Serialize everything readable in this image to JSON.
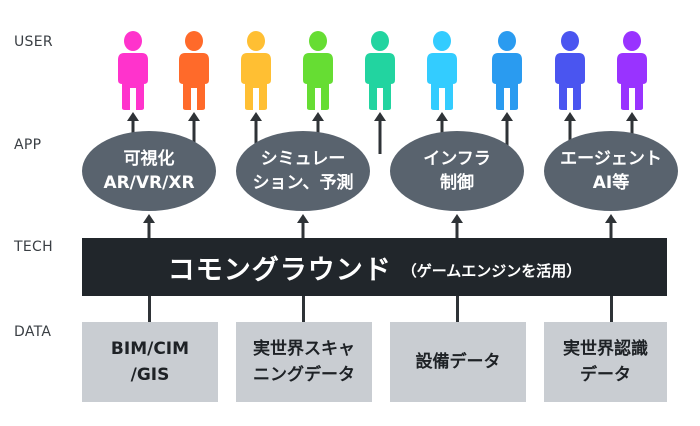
{
  "row_labels": {
    "user": "USER",
    "app": "APP",
    "tech": "TECH",
    "data": "DATA"
  },
  "users": [
    {
      "color": "#ff33cc",
      "icon": "person-icon"
    },
    {
      "color": "#ff6a2a",
      "icon": "person-icon"
    },
    {
      "color": "#ffbf33",
      "icon": "person-icon"
    },
    {
      "color": "#66dd33",
      "icon": "person-icon"
    },
    {
      "color": "#22d4a0",
      "icon": "person-icon"
    },
    {
      "color": "#33ccff",
      "icon": "person-icon"
    },
    {
      "color": "#2a9bf0",
      "icon": "person-icon"
    },
    {
      "color": "#4a55f0",
      "icon": "person-icon"
    },
    {
      "color": "#9933ff",
      "icon": "person-icon"
    }
  ],
  "apps": [
    {
      "line1": "可視化",
      "line2": "AR/VR/XR"
    },
    {
      "line1": "シミュレー",
      "line2": "ション、予測"
    },
    {
      "line1": "インフラ",
      "line2": "制御"
    },
    {
      "line1": "エージェント",
      "line2": "AI等"
    }
  ],
  "tech": {
    "title": "コモングラウンド",
    "subtitle": "（ゲームエンジンを活用）"
  },
  "data": [
    {
      "line1": "BIM/CIM",
      "line2": "/GIS"
    },
    {
      "line1": "実世界スキャ",
      "line2": "ニングデータ"
    },
    {
      "line1": "設備データ",
      "line2": ""
    },
    {
      "line1": "実世界認識",
      "line2": "データ"
    }
  ],
  "colors": {
    "ellipse": "#59636e",
    "tech_bar": "#21262b",
    "data_box": "#c9cdd2",
    "arrow": "#2f3337"
  }
}
